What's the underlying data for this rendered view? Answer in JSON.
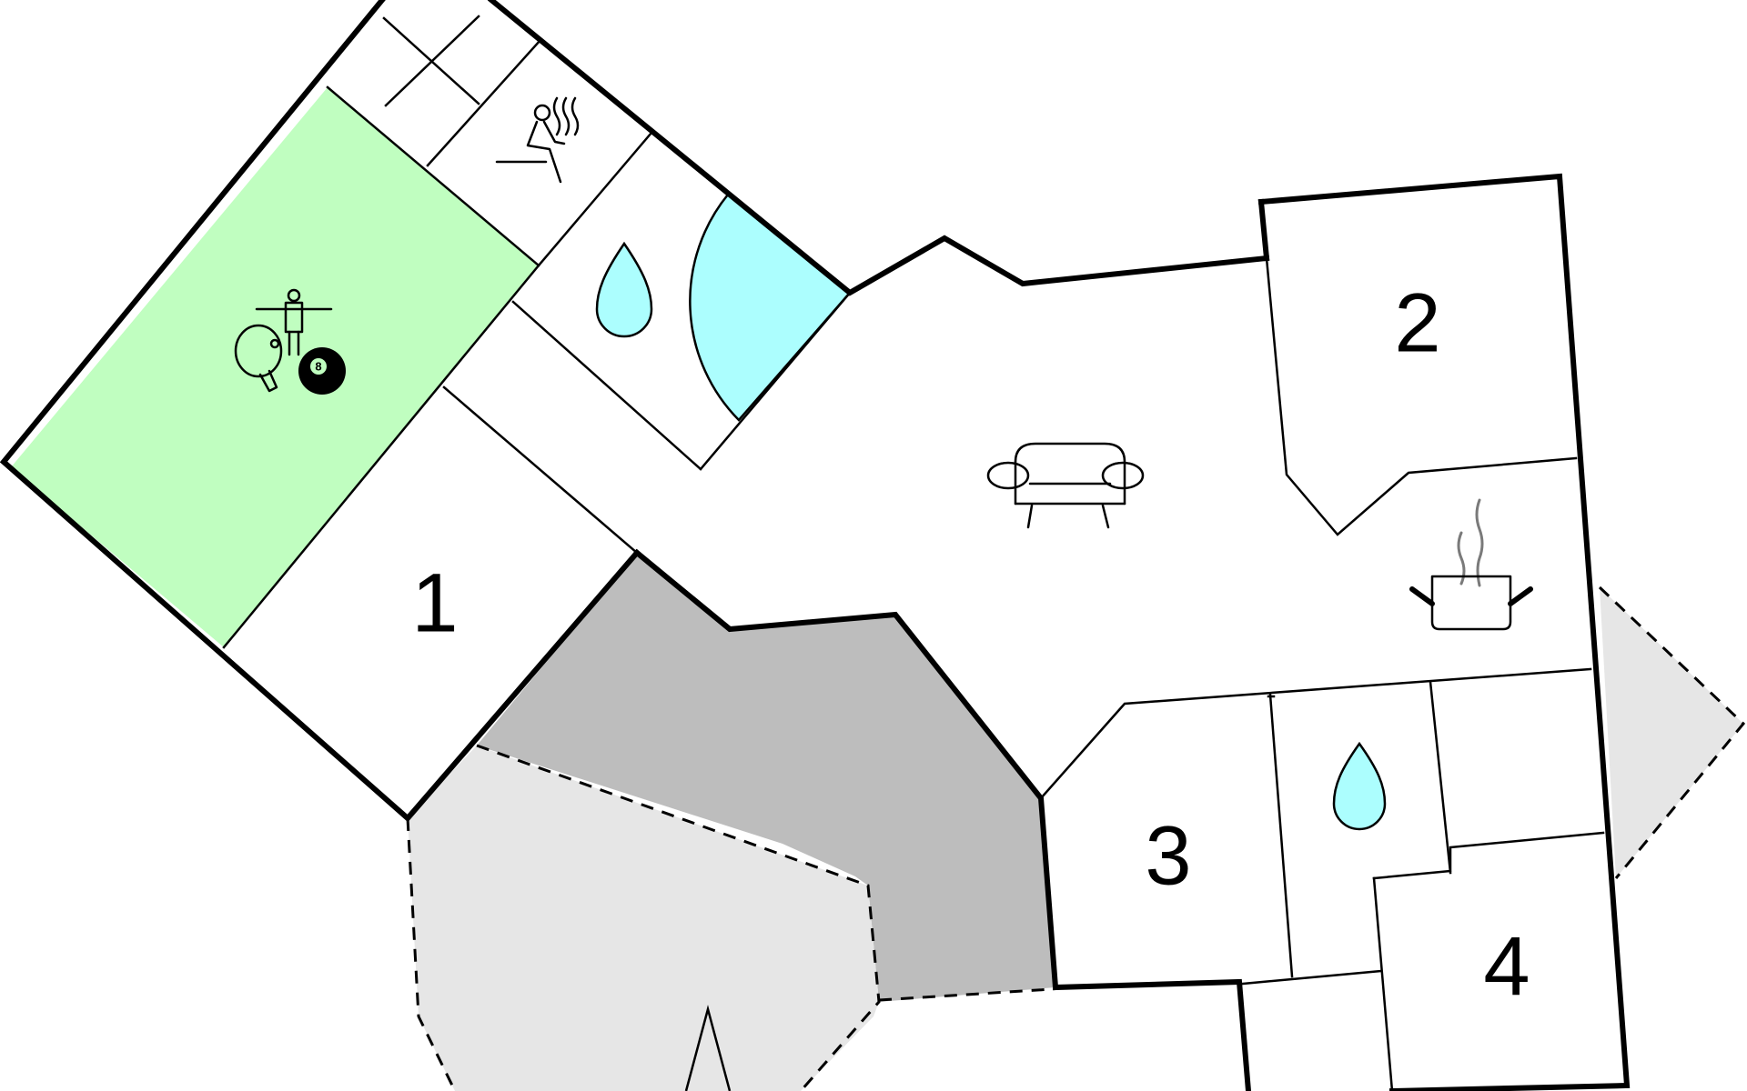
{
  "colors": {
    "activity_room": "#c0fec0",
    "water": "#acfefe",
    "covered_terrace": "#bdbdbd",
    "open_terrace": "#e6e6e6",
    "walls": "#000000",
    "background": "#ffffff"
  },
  "rooms": [
    {
      "label": "1"
    },
    {
      "label": "2"
    },
    {
      "label": "3"
    },
    {
      "label": "4"
    }
  ],
  "icons": {
    "billiard_ball_label": "8",
    "list": [
      "table-tennis-icon",
      "foosball-icon",
      "billiard-ball-icon",
      "sauna-icon",
      "water-drop-icon",
      "hot-tub-icon",
      "sofa-icon",
      "cooking-pot-icon"
    ]
  }
}
